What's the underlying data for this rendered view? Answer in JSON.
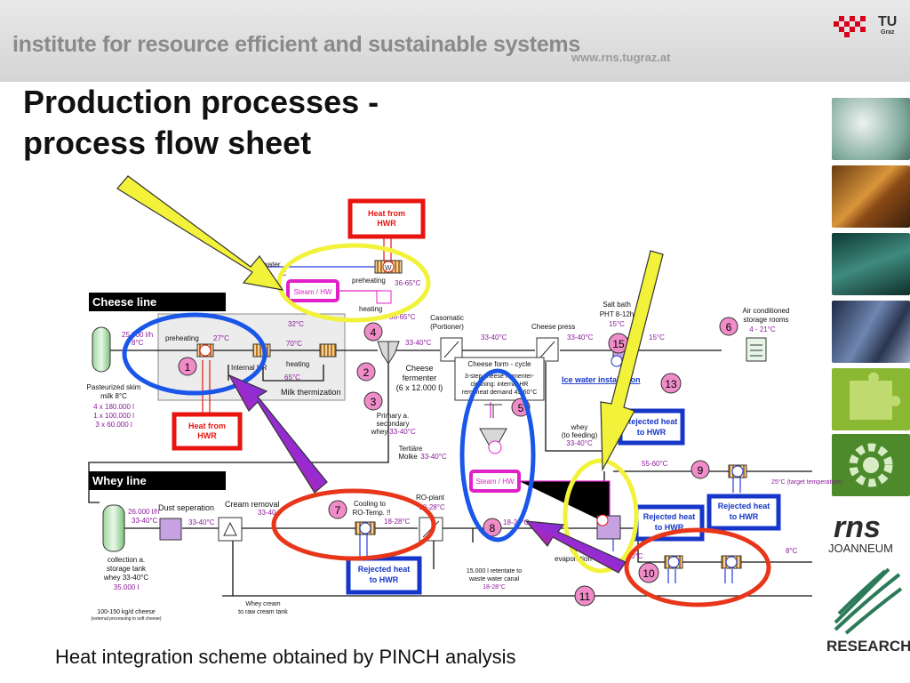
{
  "header": {
    "institute": "institute for resource efficient and sustainable systems",
    "url": "www.rns.tugraz.at",
    "tu_logo": {
      "name": "TU",
      "sub": "Graz"
    }
  },
  "slide": {
    "title_line1": "Production processes -",
    "title_line2": "process flow sheet",
    "caption": "Heat integration scheme obtained by PINCH analysis"
  },
  "side_logos": {
    "rns": "rns",
    "joanneum": "JOANNEUM",
    "research": "RESEARCH"
  },
  "colors": {
    "accent_red": "#e8140f",
    "blue_box": "#1536c8",
    "magenta": "#e020c8",
    "yellow_arrow": "#f2f23a",
    "pink_number": "#f08cc8",
    "purple_text": "#8a1a9a"
  },
  "diagram": {
    "cheese_line": "Cheese line",
    "whey_line": "Whey line",
    "heat_from_hwr_top": [
      "Heat from",
      "HWR"
    ],
    "heat_from_hwr_left": [
      "Heat from",
      "HWR"
    ],
    "water_label": "water",
    "water_temp": "-C",
    "steam_hw_top": "Steam / HW",
    "preheating_top": "preheating",
    "temp_36_65_a": "36-65°C",
    "heating_top": "heating",
    "temp_36_65_b": "36-65°C",
    "left_flow_1": "25.000 l/h",
    "left_flow_2": "8°C",
    "preheating_left": "preheating",
    "temp_27": "27°C",
    "temp_32": "32°C",
    "temp_70": "70°C",
    "internal_hr": "Internal HR",
    "heating_mid": "heating",
    "temp_65": "65°C",
    "milk_thermization": "Milk thermization",
    "pasteurized": [
      "Pasteurized skim",
      "milk  8°C"
    ],
    "pasteurized_vols": [
      "4 x 180.000 l",
      "1 x 100.000 l",
      "3 x 60.000 l"
    ],
    "casomatic": [
      "Casomatic",
      "(Portioner)"
    ],
    "temp_33_40_a": "33-40°C",
    "cheese_fermenter": [
      "Cheese",
      "fermenter",
      "(6 x 12.000 l)"
    ],
    "primary_whey": [
      "Primary a.",
      "secondary",
      "whey"
    ],
    "temp_33_40_pw": "33-40°C",
    "tertiaere": "Tertiäre",
    "molke": "Molke",
    "temp_33_40_m": "33-40°C",
    "temp_33_40_b": "33-40°C",
    "cheese_press": "Cheese press",
    "temp_33_40_c": "33-40°C",
    "cheese_form_cycle": "Cheese form - cycle",
    "cheese_form_notes": [
      "3-step cheese fermenter-",
      "cleaning: internal HR",
      "rem. heat demand 45-60°C"
    ],
    "salt_bath": [
      "Salt bath",
      "PHT 8-12h",
      "15°C"
    ],
    "temp_15": "15°C",
    "air_conditioned": [
      "Air conditioned",
      "storage rooms"
    ],
    "temp_4_21": "4 - 21°C",
    "ice_water": "Ice water installation",
    "rejected_1": [
      "Rejected heat",
      "to HWR"
    ],
    "whey_feeding": [
      "whey",
      "(to feeding)"
    ],
    "temp_33_40_w": "33-40°C",
    "temp_55_60": "55-60°C",
    "temp_25_target": "25°C (target temperature)",
    "steam_hw_mid": "Steam / HW",
    "rejected_2": [
      "Rejected heat",
      "to HWR"
    ],
    "rejected_3": [
      "Rejected heat",
      "to HWR"
    ],
    "temp_8": "8°C",
    "dust_separation": "Dust seperation",
    "cream_removal": "Cream removal",
    "temp_33_40_cr": "33-40",
    "cooling_ro": [
      "Cooling to",
      "RO-Temp. !!"
    ],
    "ro_plant": "RO-plant",
    "temp_18_28_a": "18-28°C",
    "temp_18_28_b": "18-28°C",
    "temp_18_28_c": "18-28°C",
    "whey_flow_1": "26.000 l/h",
    "whey_flow_2": "33-40°C",
    "temp_33_40_d": "33-40°C",
    "collection_tank": [
      "collection a.",
      "storage tank",
      "whey  33-40°C",
      "35.000 l"
    ],
    "rejected_4": [
      "Rejected heat",
      "to HWR"
    ],
    "retentate": [
      "15.000 l  retentate to",
      "waste water canal",
      "18-28°C"
    ],
    "vacuum_evap": [
      "Vacuum",
      "evaporation"
    ],
    "temp_40": "0°C",
    "cheese_100_150": "100-150 kg/d cheese",
    "cheese_note": "(external processing to soft cheese)",
    "whey_cream": [
      "Whey cream",
      "to raw cream tank"
    ],
    "numbers": [
      "1",
      "2",
      "3",
      "4",
      "5",
      "6",
      "7",
      "8",
      "9",
      "10",
      "11",
      "13",
      "15"
    ],
    "hx_letter": "W"
  }
}
